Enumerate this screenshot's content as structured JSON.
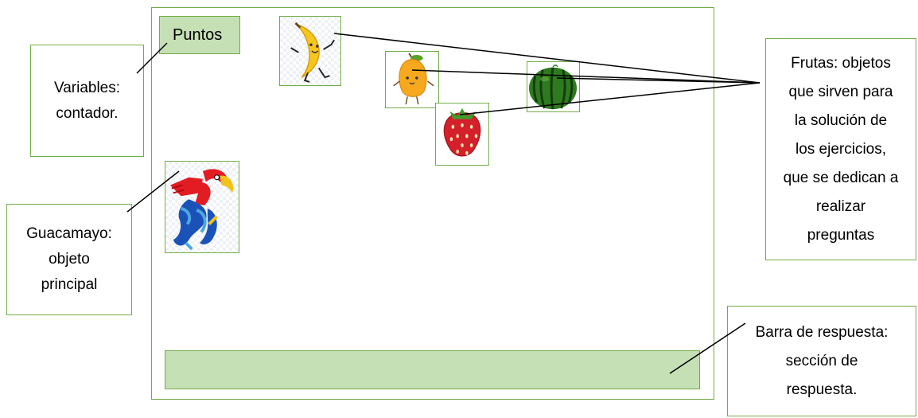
{
  "game_area": {
    "score_label": "Puntos"
  },
  "callouts": {
    "variables": "Variables:\ncontador.",
    "guacamayo": "Guacamayo:\nobjeto\nprincipal",
    "frutas": "Frutas: objetos\nque sirven para\nla solución de\nlos ejercicios,\nque se dedican a\nrealizar\npreguntas",
    "barra": "Barra de respuesta:\nsección de\nrespuesta."
  },
  "sprites": [
    "banana-icon",
    "mango-icon",
    "watermelon-icon",
    "strawberry-icon",
    "macaw-icon"
  ],
  "colors": {
    "border": "#70ad47",
    "fill": "#c5e0b4",
    "connector": "#000000"
  }
}
